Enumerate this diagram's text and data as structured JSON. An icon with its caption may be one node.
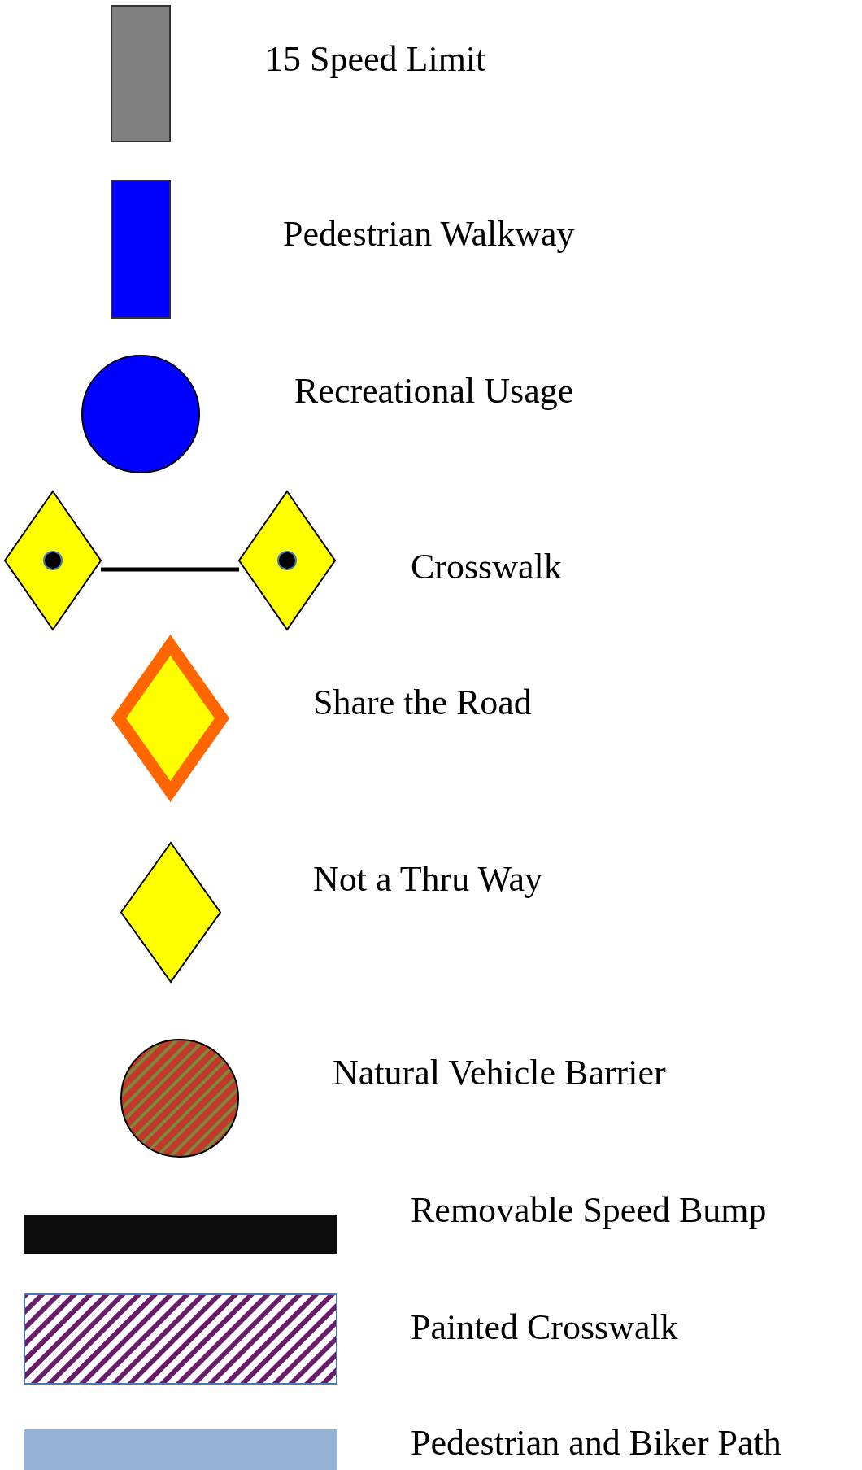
{
  "diagram": {
    "legend": [
      {
        "text": "15 Speed Limit",
        "color": "#808080"
      },
      {
        "text": "Pedestrian Walkway",
        "color": "#0000ff"
      },
      {
        "text": "Recreational Usage",
        "color": "#0000ff"
      },
      {
        "text": "Crosswalk"
      },
      {
        "text": "Share the Road"
      },
      {
        "text": "Not a Thru Way"
      },
      {
        "text": "Natural Vehicle Barrier"
      },
      {
        "text": "Removable Speed Bump",
        "color": "#0d0d0d"
      },
      {
        "text": "Painted Crosswalk"
      },
      {
        "text": "Pedestrian and Biker Path",
        "color": "#95b3d7"
      }
    ]
  }
}
